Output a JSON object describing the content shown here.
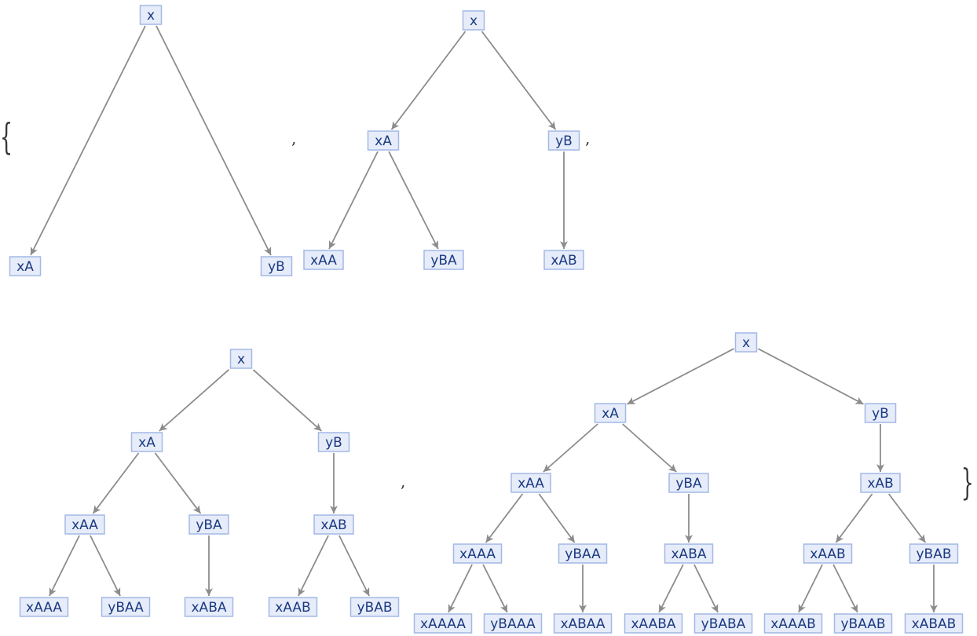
{
  "diagram": {
    "list_open": "{",
    "list_close": "}",
    "separator": ",",
    "colors": {
      "node_fill": "#e6ecf9",
      "node_border": "#a4b8e6",
      "node_text": "#1b3a82",
      "edge": "#8c8c8c"
    },
    "trees": [
      {
        "nodes": [
          {
            "id": "x",
            "label": "x"
          },
          {
            "id": "xA",
            "label": "xA"
          },
          {
            "id": "yB",
            "label": "yB"
          }
        ],
        "edges": [
          [
            "x",
            "xA"
          ],
          [
            "x",
            "yB"
          ]
        ]
      },
      {
        "nodes": [
          {
            "id": "x",
            "label": "x"
          },
          {
            "id": "xA",
            "label": "xA"
          },
          {
            "id": "yB",
            "label": "yB"
          },
          {
            "id": "xAA",
            "label": "xAA"
          },
          {
            "id": "yBA",
            "label": "yBA"
          },
          {
            "id": "xAB",
            "label": "xAB"
          }
        ],
        "edges": [
          [
            "x",
            "xA"
          ],
          [
            "x",
            "yB"
          ],
          [
            "xA",
            "xAA"
          ],
          [
            "xA",
            "yBA"
          ],
          [
            "yB",
            "xAB"
          ]
        ]
      },
      {
        "nodes": [
          {
            "id": "x",
            "label": "x"
          },
          {
            "id": "xA",
            "label": "xA"
          },
          {
            "id": "yB",
            "label": "yB"
          },
          {
            "id": "xAA",
            "label": "xAA"
          },
          {
            "id": "yBA",
            "label": "yBA"
          },
          {
            "id": "xAB",
            "label": "xAB"
          },
          {
            "id": "xAAA",
            "label": "xAAA"
          },
          {
            "id": "yBAA",
            "label": "yBAA"
          },
          {
            "id": "xABA",
            "label": "xABA"
          },
          {
            "id": "xAAB",
            "label": "xAAB"
          },
          {
            "id": "yBAB",
            "label": "yBAB"
          }
        ],
        "edges": [
          [
            "x",
            "xA"
          ],
          [
            "x",
            "yB"
          ],
          [
            "xA",
            "xAA"
          ],
          [
            "xA",
            "yBA"
          ],
          [
            "yB",
            "xAB"
          ],
          [
            "xAA",
            "xAAA"
          ],
          [
            "xAA",
            "yBAA"
          ],
          [
            "yBA",
            "xABA"
          ],
          [
            "xAB",
            "xAAB"
          ],
          [
            "xAB",
            "yBAB"
          ]
        ]
      },
      {
        "nodes": [
          {
            "id": "x",
            "label": "x"
          },
          {
            "id": "xA",
            "label": "xA"
          },
          {
            "id": "yB",
            "label": "yB"
          },
          {
            "id": "xAA",
            "label": "xAA"
          },
          {
            "id": "yBA",
            "label": "yBA"
          },
          {
            "id": "xAB",
            "label": "xAB"
          },
          {
            "id": "xAAA",
            "label": "xAAA"
          },
          {
            "id": "yBAA",
            "label": "yBAA"
          },
          {
            "id": "xABA",
            "label": "xABA"
          },
          {
            "id": "xAAB",
            "label": "xAAB"
          },
          {
            "id": "yBAB",
            "label": "yBAB"
          },
          {
            "id": "xAAAA",
            "label": "xAAAA"
          },
          {
            "id": "yBAAA",
            "label": "yBAAA"
          },
          {
            "id": "xABAA",
            "label": "xABAA"
          },
          {
            "id": "xAABA",
            "label": "xAABA"
          },
          {
            "id": "yBABA",
            "label": "yBABA"
          },
          {
            "id": "xAAAB",
            "label": "xAAAB"
          },
          {
            "id": "yBAAB",
            "label": "yBAAB"
          },
          {
            "id": "xABAB",
            "label": "xABAB"
          }
        ],
        "edges": [
          [
            "x",
            "xA"
          ],
          [
            "x",
            "yB"
          ],
          [
            "xA",
            "xAA"
          ],
          [
            "xA",
            "yBA"
          ],
          [
            "yB",
            "xAB"
          ],
          [
            "xAA",
            "xAAA"
          ],
          [
            "xAA",
            "yBAA"
          ],
          [
            "yBA",
            "xABA"
          ],
          [
            "xAB",
            "xAAB"
          ],
          [
            "xAB",
            "yBAB"
          ],
          [
            "xAAA",
            "xAAAA"
          ],
          [
            "xAAA",
            "yBAAA"
          ],
          [
            "yBAA",
            "xABAA"
          ],
          [
            "xABA",
            "xAABA"
          ],
          [
            "xABA",
            "yBABA"
          ],
          [
            "xAAB",
            "xAAAB"
          ],
          [
            "xAAB",
            "yBAAB"
          ],
          [
            "yBAB",
            "xABAB"
          ]
        ]
      }
    ]
  }
}
